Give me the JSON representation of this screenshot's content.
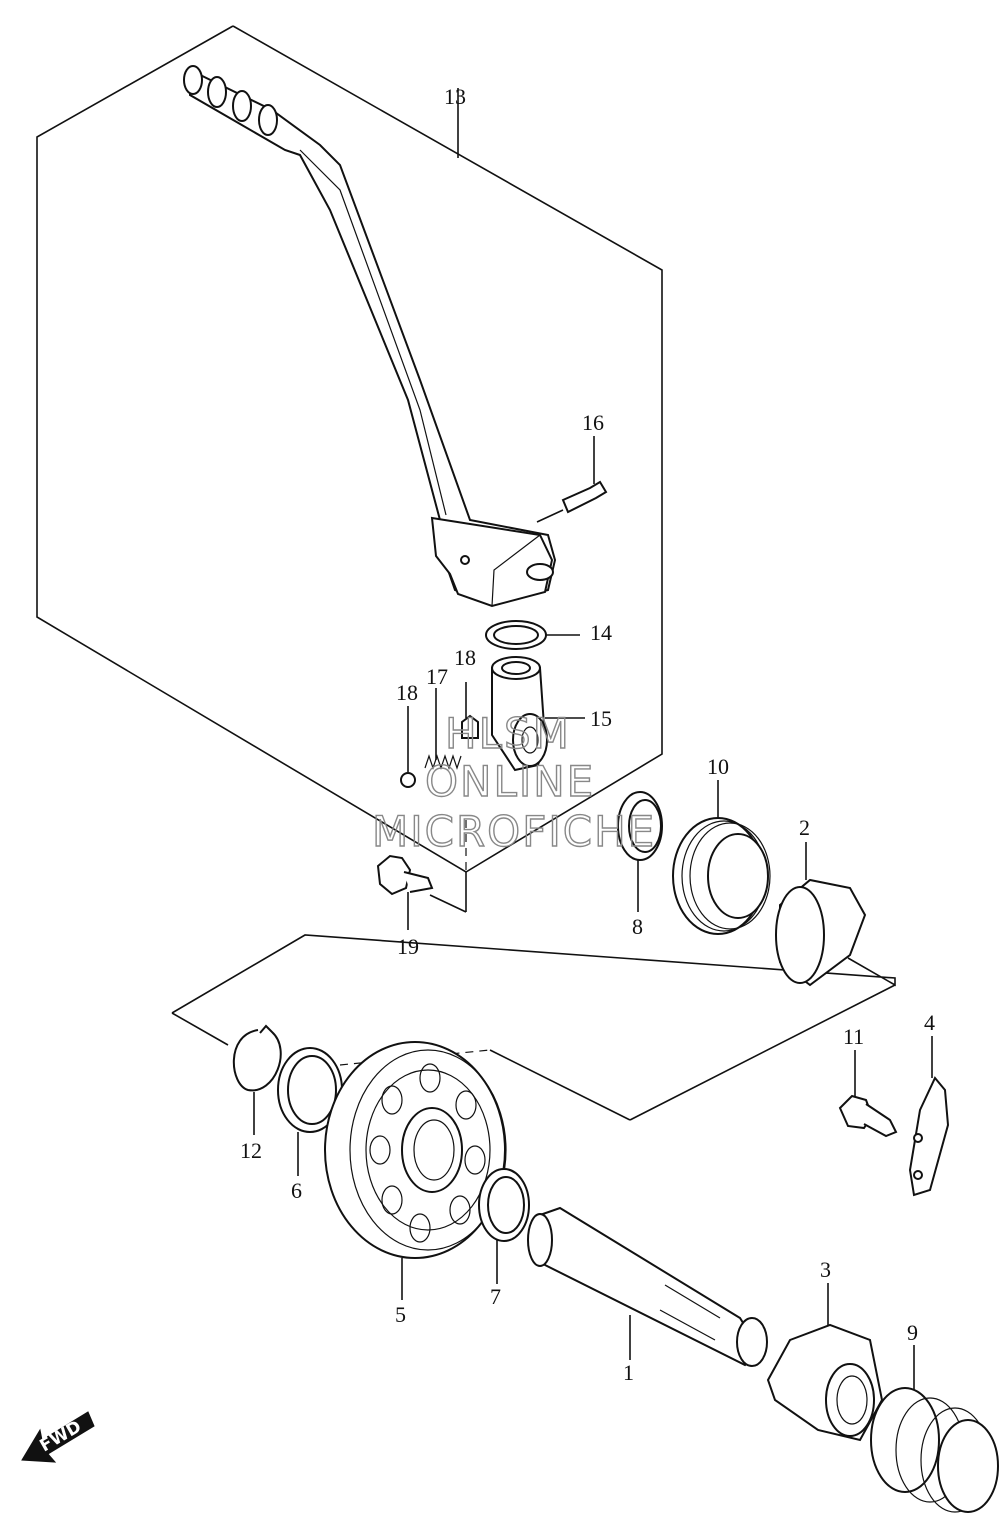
{
  "parts": [
    {
      "ref": "13",
      "name": "kick-lever"
    },
    {
      "ref": "14",
      "name": "washer"
    },
    {
      "ref": "15",
      "name": "kick-boss"
    },
    {
      "ref": "16",
      "name": "screw"
    },
    {
      "ref": "17",
      "name": "spring"
    },
    {
      "ref": "18",
      "name": "ball"
    },
    {
      "ref": "18",
      "name": "pin"
    },
    {
      "ref": "19",
      "name": "bolt"
    },
    {
      "ref": "8",
      "name": "oil-seal"
    },
    {
      "ref": "10",
      "name": "return-spring"
    },
    {
      "ref": "2",
      "name": "spring-guide"
    },
    {
      "ref": "4",
      "name": "stopper-plate"
    },
    {
      "ref": "11",
      "name": "bolt"
    },
    {
      "ref": "12",
      "name": "circlip"
    },
    {
      "ref": "6",
      "name": "washer"
    },
    {
      "ref": "5",
      "name": "kick-gear"
    },
    {
      "ref": "7",
      "name": "washer"
    },
    {
      "ref": "1",
      "name": "kick-shaft"
    },
    {
      "ref": "3",
      "name": "ratchet"
    },
    {
      "ref": "9",
      "name": "ratchet-spring"
    }
  ],
  "watermark": [
    "HLSM",
    "ONLINE",
    "MICROFICHE"
  ],
  "fwd_label": "FWD",
  "colors": {
    "line": "#111111",
    "watermark": "#888888",
    "background": "#ffffff"
  }
}
